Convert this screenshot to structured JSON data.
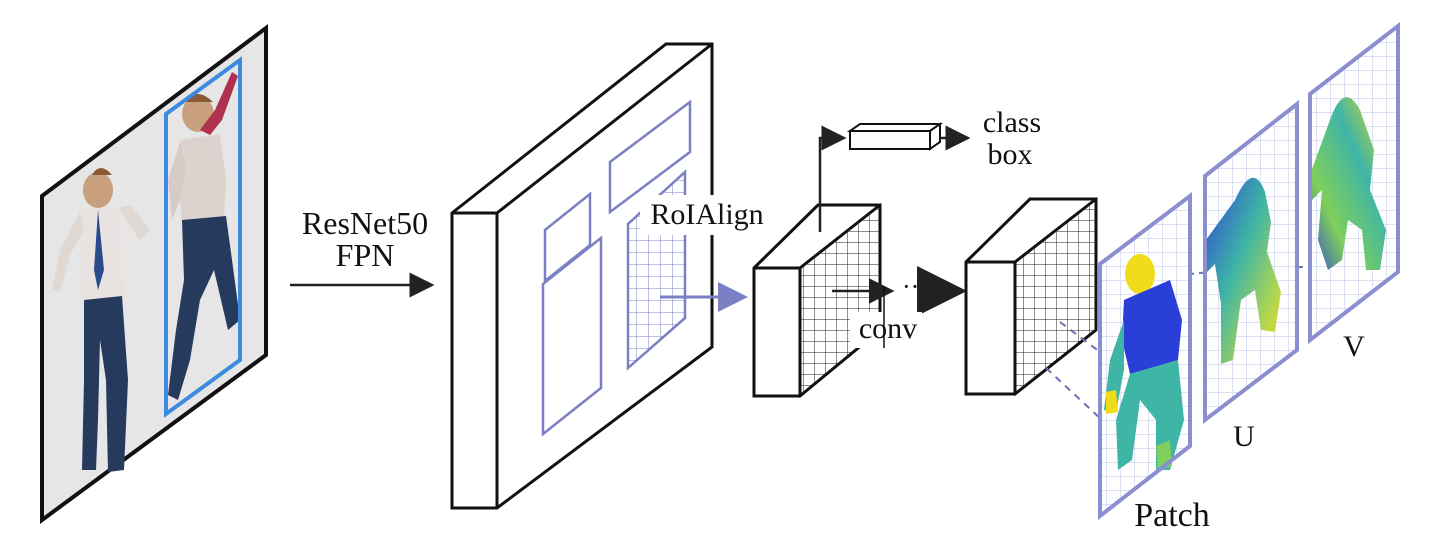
{
  "diagram": {
    "backbone_label_line1": "ResNet50",
    "backbone_label_line2": "FPN",
    "roi_label": "RoIAlign",
    "conv_label": "conv",
    "ellipsis": "···",
    "head_label_class": "class",
    "head_label_box": "box",
    "output_patch_label": "Patch",
    "output_u_label": "U",
    "output_v_label": "V"
  },
  "colors": {
    "stroke": "#111111",
    "accent": "#7b80c4",
    "grid": "#c9cdee",
    "yellow": "#f0dc1a",
    "blue": "#2a3fd8",
    "teal": "#3fb5a6",
    "green": "#7fcf5a"
  }
}
